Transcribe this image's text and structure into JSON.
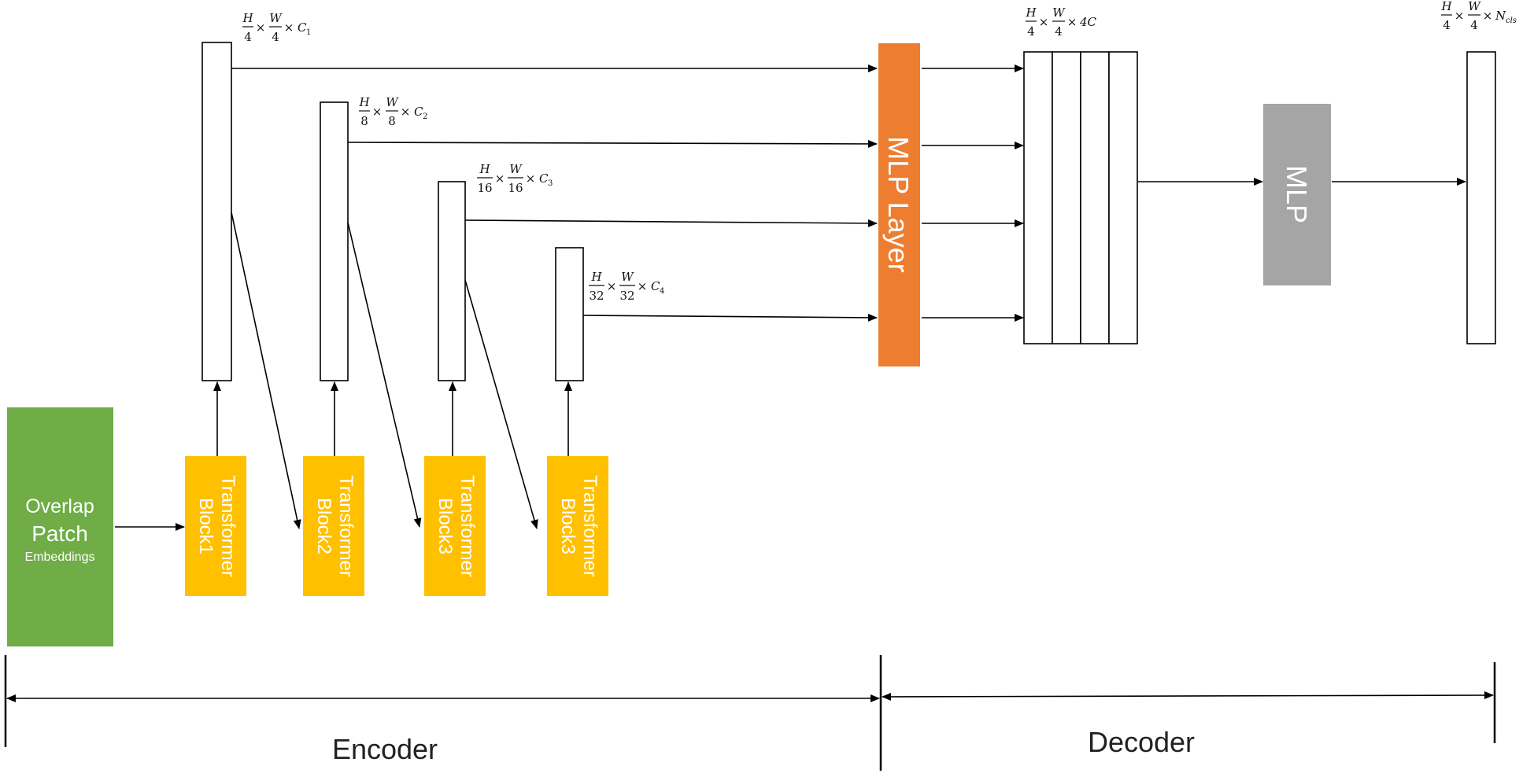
{
  "colors": {
    "green": "#70ad47",
    "yellow": "#ffc000",
    "orange": "#ed7d31",
    "gray": "#a5a5a5",
    "text_white": "#ffffff",
    "line": "#000000"
  },
  "patch_embed": {
    "line1": "Overlap",
    "line2": "Patch",
    "line3": "Embeddings"
  },
  "blocks": [
    {
      "line1": "Transformer",
      "line2": "Block1"
    },
    {
      "line1": "Transformer",
      "line2": "Block2"
    },
    {
      "line1": "Transformer",
      "line2": "Block3"
    },
    {
      "line1": "Transformer",
      "line2": "Block3"
    }
  ],
  "features": [
    {
      "h_den": "4",
      "w_den": "4",
      "ch": "C",
      "sub": "1"
    },
    {
      "h_den": "8",
      "w_den": "8",
      "ch": "C",
      "sub": "2"
    },
    {
      "h_den": "16",
      "w_den": "16",
      "ch": "C",
      "sub": "3"
    },
    {
      "h_den": "32",
      "w_den": "32",
      "ch": "C",
      "sub": "4"
    }
  ],
  "dim_symbols": {
    "h": "H",
    "w": "W",
    "times": "×"
  },
  "concat_dim": {
    "h_den": "4",
    "w_den": "4",
    "ch": "4C"
  },
  "output_dim": {
    "h_den": "4",
    "w_den": "4",
    "ch": "N",
    "sub": "cls"
  },
  "mlp_layer": {
    "label": "MLP Layer"
  },
  "mlp": {
    "label": "MLP"
  },
  "sections": {
    "encoder": "Encoder",
    "decoder": "Decoder"
  }
}
